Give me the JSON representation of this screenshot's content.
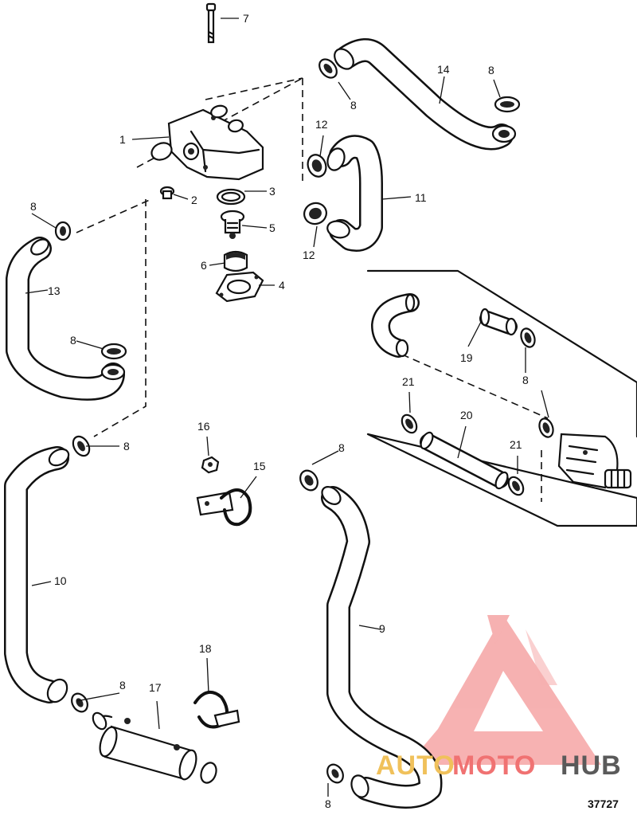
{
  "diagram": {
    "callouts": [
      {
        "id": "c1",
        "text": "1"
      },
      {
        "id": "c2",
        "text": "2"
      },
      {
        "id": "c3",
        "text": "3"
      },
      {
        "id": "c4",
        "text": "4"
      },
      {
        "id": "c5",
        "text": "5"
      },
      {
        "id": "c6",
        "text": "6"
      },
      {
        "id": "c7",
        "text": "7"
      },
      {
        "id": "c8a",
        "text": "8"
      },
      {
        "id": "c8b",
        "text": "8"
      },
      {
        "id": "c8c",
        "text": "8"
      },
      {
        "id": "c8d",
        "text": "8"
      },
      {
        "id": "c8e",
        "text": "8"
      },
      {
        "id": "c8f",
        "text": "8"
      },
      {
        "id": "c8g",
        "text": "8"
      },
      {
        "id": "c8h",
        "text": "8"
      },
      {
        "id": "c8i",
        "text": "8"
      },
      {
        "id": "c9",
        "text": "9"
      },
      {
        "id": "c10",
        "text": "10"
      },
      {
        "id": "c11",
        "text": "11"
      },
      {
        "id": "c12a",
        "text": "12"
      },
      {
        "id": "c12b",
        "text": "12"
      },
      {
        "id": "c13",
        "text": "13"
      },
      {
        "id": "c14",
        "text": "14"
      },
      {
        "id": "c15",
        "text": "15"
      },
      {
        "id": "c16",
        "text": "16"
      },
      {
        "id": "c17",
        "text": "17"
      },
      {
        "id": "c18",
        "text": "18"
      },
      {
        "id": "c19",
        "text": "19"
      },
      {
        "id": "c20",
        "text": "20"
      },
      {
        "id": "c21a",
        "text": "21"
      },
      {
        "id": "c21b",
        "text": "21"
      }
    ],
    "reference_number": "37727"
  },
  "watermark": {
    "part1": "AUTO",
    "part2": "MOTO",
    "part3": "HUB",
    "colors": {
      "auto": "#f0c15b",
      "moto": "#f07272",
      "hub": "#5a5a5a",
      "logo": "#f07272"
    }
  }
}
